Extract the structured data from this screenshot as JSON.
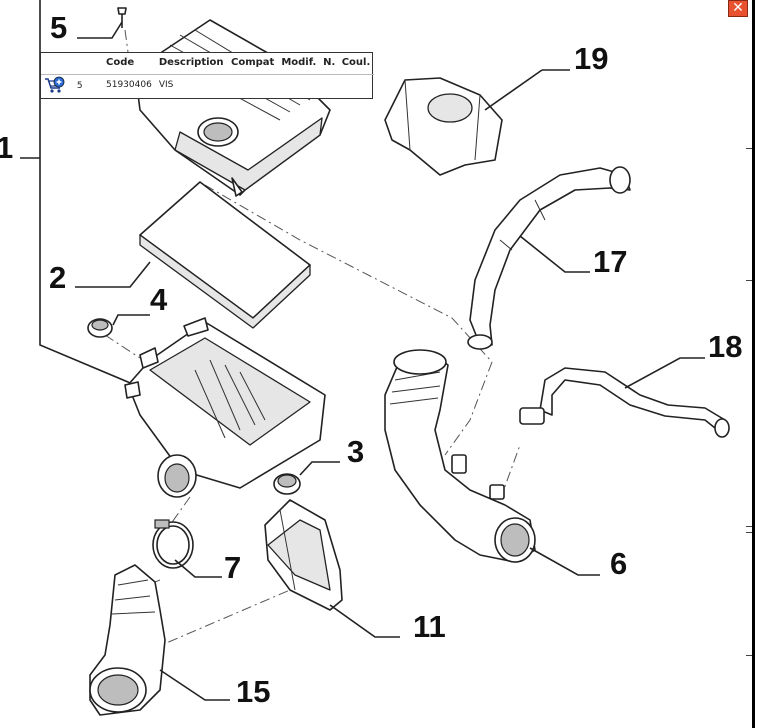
{
  "window": {
    "close_label": "✕"
  },
  "callouts": [
    {
      "id": "1",
      "label": "1"
    },
    {
      "id": "2",
      "label": "2"
    },
    {
      "id": "3",
      "label": "3"
    },
    {
      "id": "4",
      "label": "4"
    },
    {
      "id": "5",
      "label": "5"
    },
    {
      "id": "6",
      "label": "6"
    },
    {
      "id": "7",
      "label": "7"
    },
    {
      "id": "11",
      "label": "11"
    },
    {
      "id": "15",
      "label": "15"
    },
    {
      "id": "17",
      "label": "17"
    },
    {
      "id": "18",
      "label": "18"
    },
    {
      "id": "19",
      "label": "19"
    }
  ],
  "popup": {
    "columns": [
      "Code",
      "Description",
      "Compat",
      "Modif.",
      "N.",
      "Coul."
    ],
    "rows": [
      {
        "icon": "cart-add-icon",
        "ref": "5",
        "code": "51930406",
        "description": "VIS",
        "compat": "",
        "modif": "",
        "n": "",
        "coul": ""
      }
    ]
  }
}
